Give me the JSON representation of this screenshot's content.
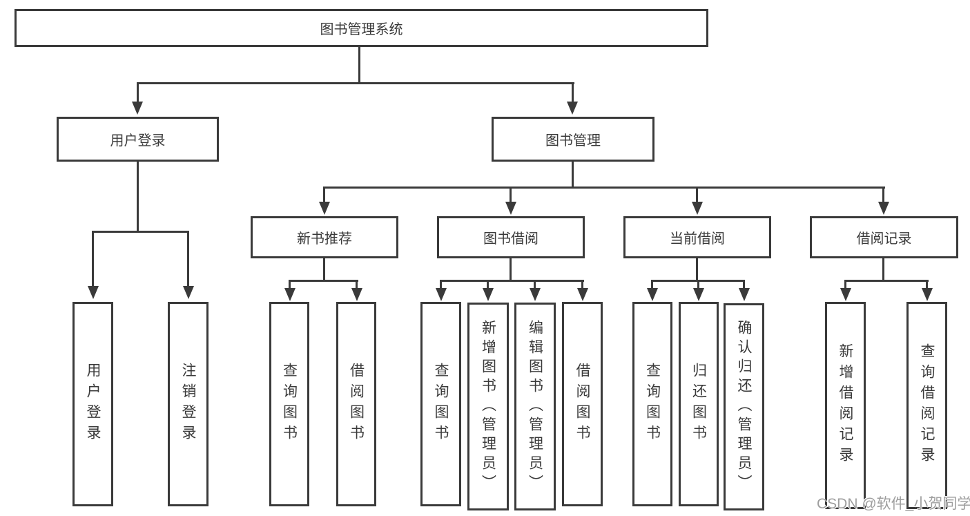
{
  "diagram": {
    "title": "图书管理系统",
    "watermark": "CSDN @软件_小贺同学",
    "colors": {
      "line": "#3a3a3a",
      "text": "#3a3a3a",
      "background": "#ffffff",
      "watermark": "#9e9e9e"
    },
    "nodes": {
      "root": "图书管理系统",
      "user_login": "用户登录",
      "book_mgmt": "图书管理",
      "new_book": "新书推荐",
      "book_borrow": "图书借阅",
      "current_borrow": "当前借阅",
      "borrow_records": "借阅记录",
      "user_login_children": [
        "用户登录",
        "注销登录"
      ],
      "new_book_children": [
        "查询图书",
        "借阅图书"
      ],
      "book_borrow_children": [
        "查询图书",
        "新增图书（管理员）",
        "编辑图书（管理员）",
        "借阅图书"
      ],
      "current_borrow_children": [
        "查询图书",
        "归还图书",
        "确认归还（管理员）"
      ],
      "borrow_records_children": [
        "新增借阅记录",
        "查询借阅记录"
      ]
    }
  }
}
